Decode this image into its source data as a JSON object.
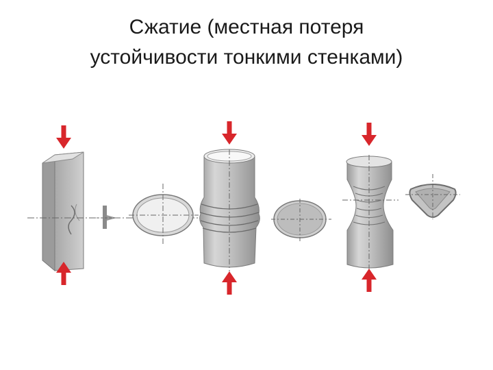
{
  "title": {
    "line1": "Сжатие (местная потеря",
    "line2": "устойчивости тонкими стенками)"
  },
  "colors": {
    "arrow": "#d8262b",
    "metal_light": "#e8e8e8",
    "metal_mid": "#b9b9b9",
    "metal_dark": "#8a8a8a",
    "axis": "#666666"
  },
  "figures": [
    {
      "id": "angle-profile",
      "description_icon": "angle-beam-icon"
    },
    {
      "id": "angle-section",
      "description_icon": "angle-section-icon"
    },
    {
      "id": "ring-section-1",
      "description_icon": "ring-section-icon"
    },
    {
      "id": "cylinder-ring-buckling",
      "description_icon": "cylinder-icon"
    },
    {
      "id": "ring-section-2",
      "description_icon": "ellipse-section-icon"
    },
    {
      "id": "cylinder-waist-buckling",
      "description_icon": "cylinder-icon"
    },
    {
      "id": "triangle-section",
      "description_icon": "triangle-section-icon"
    }
  ]
}
